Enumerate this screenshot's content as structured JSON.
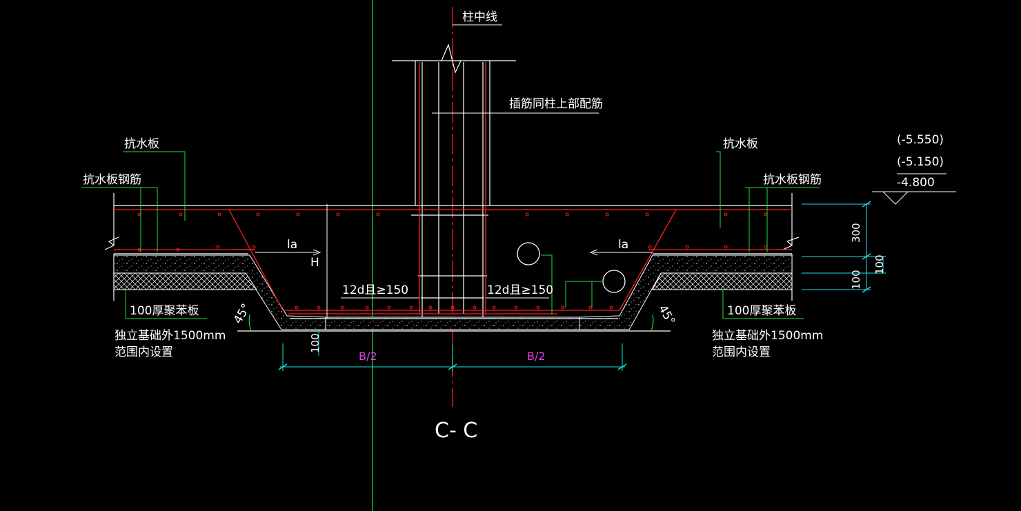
{
  "drawing": {
    "title": "C- C",
    "labels": {
      "column_centerline": "柱中线",
      "dowel_note": "插筋同柱上部配筋",
      "slab_left": "抗水板",
      "slab_right": "抗水板",
      "slab_rebar_left": "抗水板钢筋",
      "slab_rebar_right": "抗水板钢筋",
      "anchor_left": "la",
      "anchor_right": "la",
      "height": "H",
      "dowel_left": "12d且≥150",
      "dowel_right": "12d且≥150",
      "board_left": "100厚聚苯板",
      "board_right": "100厚聚苯板",
      "range_left_1": "独立基础外1500mm",
      "range_left_2": "范围内设置",
      "range_right_1": "独立基础外1500mm",
      "range_right_2": "范围内设置",
      "angle_left": "45°",
      "angle_right": "45°",
      "half_width_left": "B/2",
      "half_width_right": "B/2"
    },
    "elevations": [
      "(-5.550)",
      "(-5.150)",
      "-4.800"
    ],
    "dimensions": {
      "slab_thickness": "300",
      "layer_1": "100",
      "layer_2": "100",
      "bottom_layer": "100"
    },
    "colors": {
      "background": "#000000",
      "rebar": "#ff2020",
      "leader": "#20e040",
      "dimension": "#20e0e0",
      "outline": "#ffffff",
      "centerline": "#ff2020",
      "axis": "#20e040",
      "magenta_text": "#e040e0"
    }
  }
}
